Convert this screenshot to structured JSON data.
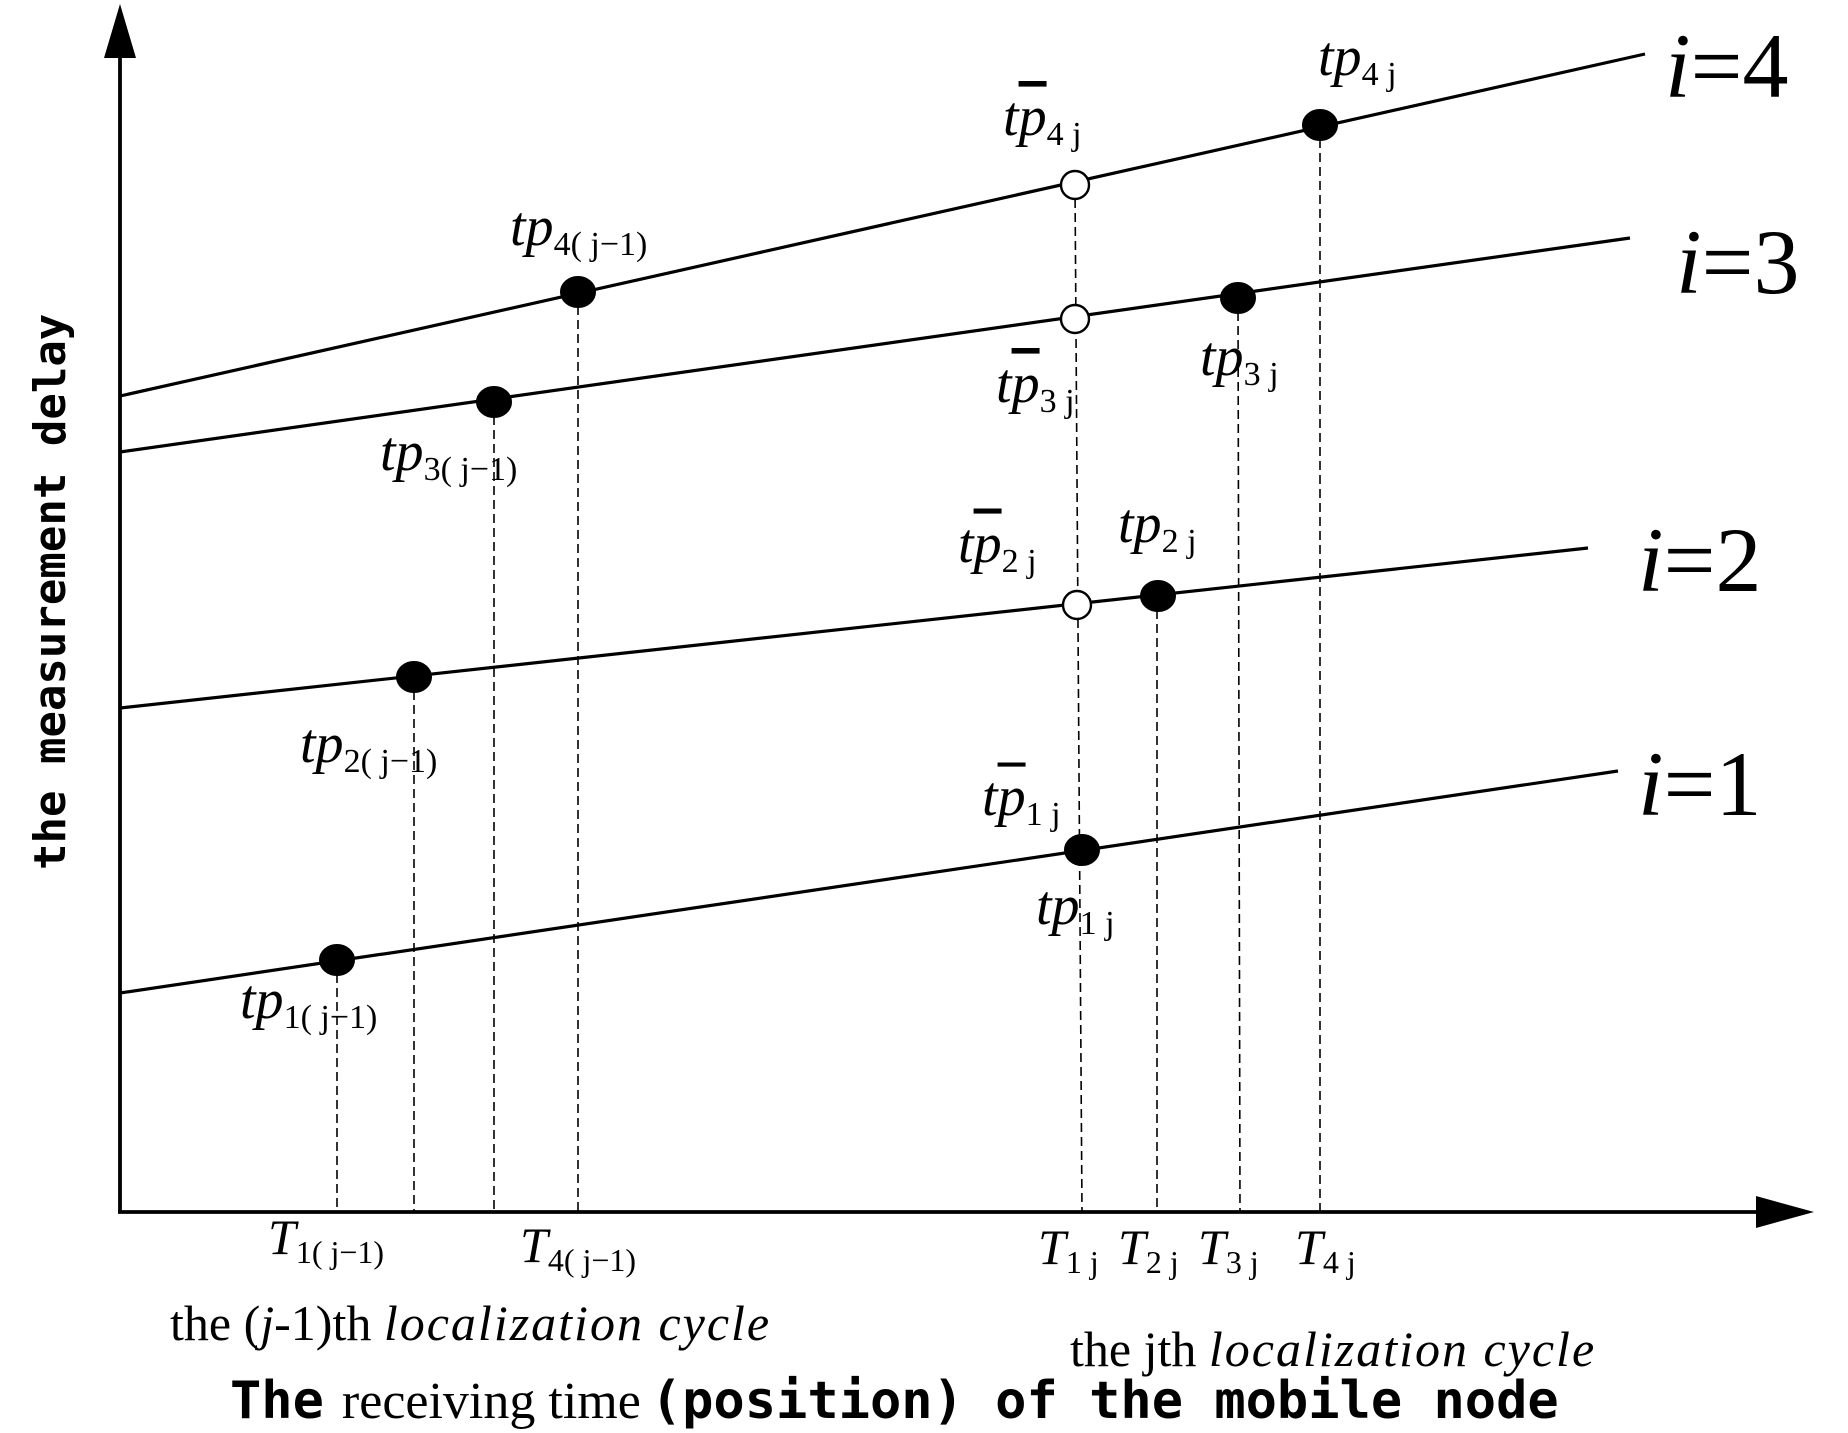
{
  "axes": {
    "y_label": "the measurement delay",
    "x_label_prefix": "The",
    "x_label_serif": "receiving time",
    "x_label_suffix": "(position) of the mobile node"
  },
  "lines": [
    {
      "id": "i1",
      "label": "i=1",
      "label_var": "i",
      "label_rest": "=1"
    },
    {
      "id": "i2",
      "label": "i=2",
      "label_var": "i",
      "label_rest": "=2"
    },
    {
      "id": "i3",
      "label": "i=3",
      "label_var": "i",
      "label_rest": "=3"
    },
    {
      "id": "i4",
      "label": "i=4",
      "label_var": "i",
      "label_rest": "=4"
    }
  ],
  "points": {
    "tp1_prev": {
      "base": "tp",
      "sub": "1( j−1)"
    },
    "tp2_prev": {
      "base": "tp",
      "sub": "2( j−1)"
    },
    "tp3_prev": {
      "base": "tp",
      "sub": "3( j−1)"
    },
    "tp4_prev": {
      "base": "tp",
      "sub": "4( j−1)"
    },
    "tp1_j": {
      "base": "tp",
      "sub": "1 j"
    },
    "tp2_j": {
      "base": "tp",
      "sub": "2 j"
    },
    "tp3_j": {
      "base": "tp",
      "sub": "3 j"
    },
    "tp4_j": {
      "base": "tp",
      "sub": "4 j"
    },
    "tpbar1_j": {
      "base_t": "t",
      "base_p": "p",
      "sub": "1 j"
    },
    "tpbar2_j": {
      "base_t": "t",
      "base_p": "p",
      "sub": "2 j"
    },
    "tpbar3_j": {
      "base_t": "t",
      "base_p": "p",
      "sub": "3 j"
    },
    "tpbar4_j": {
      "base_t": "t",
      "base_p": "p",
      "sub": "4 j"
    }
  },
  "ticks": {
    "T1_prev": {
      "base": "T",
      "sub": "1( j−1)"
    },
    "T4_prev": {
      "base": "T",
      "sub": "4( j−1)"
    },
    "T1_j": {
      "base": "T",
      "sub": "1 j"
    },
    "T2_j": {
      "base": "T",
      "sub": "2 j"
    },
    "T3_j": {
      "base": "T",
      "sub": "3 j"
    },
    "T4_j": {
      "base": "T",
      "sub": "4 j"
    }
  },
  "cycles": {
    "prev": {
      "pre": "the (",
      "var": "j",
      "mid": "-1)th ",
      "italic": "localization cycle"
    },
    "curr": {
      "pre": "the jth ",
      "italic": "localization cycle"
    }
  }
}
